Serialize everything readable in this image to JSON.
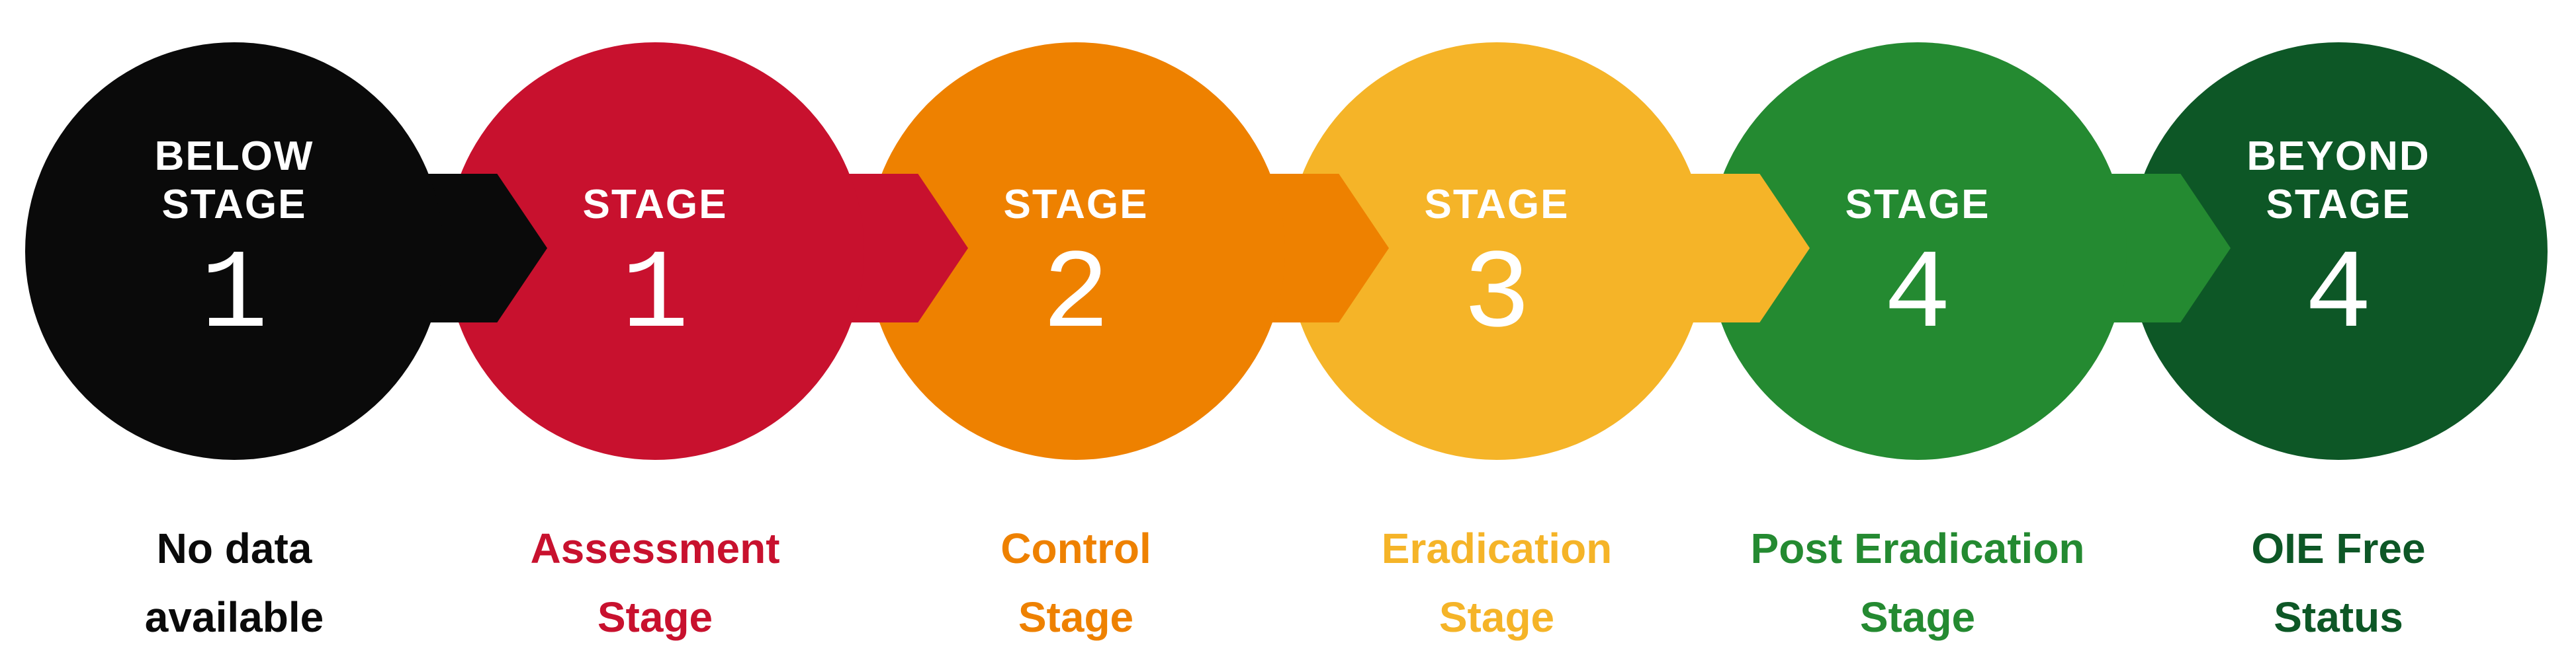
{
  "diagram": {
    "description": "Progressive control pathway stages",
    "background_color": "#ffffff",
    "circle_text_color": "#ffffff"
  },
  "stages": [
    {
      "circle_text_lines": [
        "BELOW",
        "STAGE"
      ],
      "circle_number": "1",
      "color": "#0a0a0a",
      "label_lines": [
        "No data",
        "available"
      ]
    },
    {
      "circle_text_lines": [
        "STAGE"
      ],
      "circle_number": "1",
      "color": "#c8112e",
      "label_lines": [
        "Assessment",
        "Stage"
      ]
    },
    {
      "circle_text_lines": [
        "STAGE"
      ],
      "circle_number": "2",
      "color": "#ee8100",
      "label_lines": [
        "Control",
        "Stage"
      ]
    },
    {
      "circle_text_lines": [
        "STAGE"
      ],
      "circle_number": "3",
      "color": "#f5b428",
      "label_lines": [
        "Eradication",
        "Stage"
      ]
    },
    {
      "circle_text_lines": [
        "STAGE"
      ],
      "circle_number": "4",
      "color": "#248a31",
      "label_lines": [
        "Post Eradication",
        "Stage"
      ]
    },
    {
      "circle_text_lines": [
        "BEYOND",
        "STAGE"
      ],
      "circle_number": "4",
      "color": "#0d5726",
      "label_lines": [
        "OIE Free",
        "Status"
      ]
    }
  ]
}
